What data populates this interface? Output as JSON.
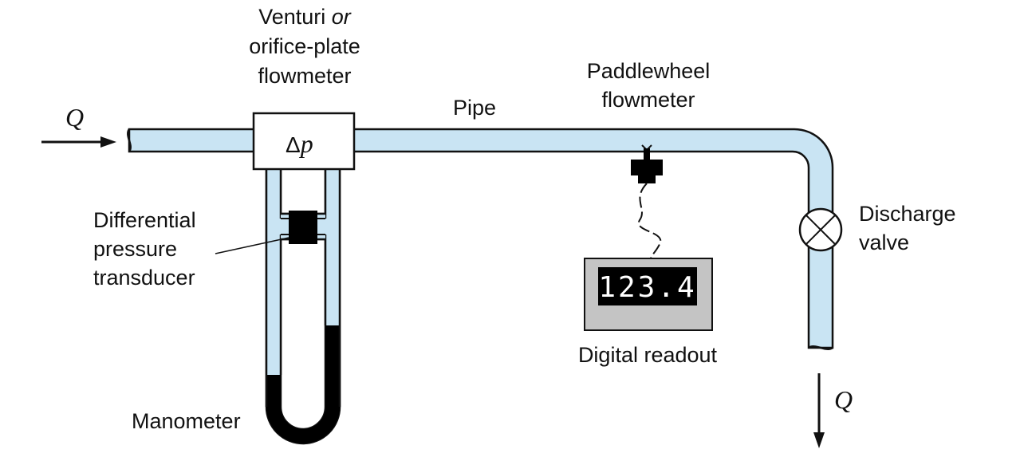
{
  "colors": {
    "pipe_fill": "#c9e4f3",
    "outline": "#111111",
    "manometer_fluid": "#000000",
    "readout_body": "#c4c4c4",
    "display_bg": "#000000",
    "display_text": "#ffffff"
  },
  "labels": {
    "venturi_line1": "Venturi",
    "venturi_or": "or",
    "venturi_line2": "orifice-plate",
    "venturi_line3": "flowmeter",
    "pipe": "Pipe",
    "paddle_line1": "Paddlewheel",
    "paddle_line2": "flowmeter",
    "discharge_line1": "Discharge",
    "discharge_line2": "valve",
    "dp_transducer_line1": "Differential",
    "dp_transducer_line2": "pressure",
    "dp_transducer_line3": "transducer",
    "manometer": "Manometer",
    "digital_readout": "Digital readout",
    "flow_in": "Q",
    "flow_out": "Q",
    "delta_symbol": "Δ",
    "delta_var": "p"
  },
  "readout": {
    "value": "123.4"
  },
  "icons": {
    "inlet_arrow": "right-arrow-icon",
    "outlet_arrow": "down-arrow-icon",
    "valve": "x-circle-valve-icon"
  }
}
